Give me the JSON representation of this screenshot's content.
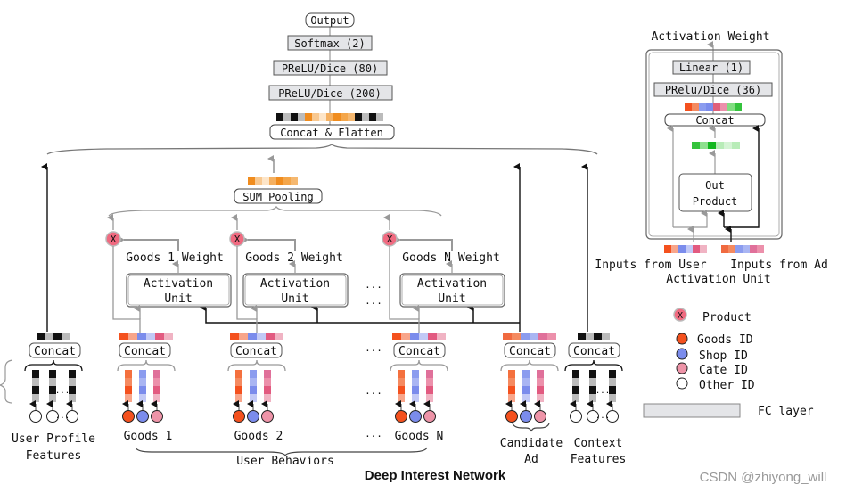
{
  "title": "Deep Interest Network",
  "watermark": "CSDN @zhiyong_will",
  "top_stack": {
    "output": "Output",
    "softmax": "Softmax (2)",
    "prelu80": "PReLU/Dice (80)",
    "prelu200": "PReLU/Dice (200)",
    "concat_flatten": "Concat & Flatten"
  },
  "sum_pooling": "SUM Pooling",
  "weights": [
    "Goods 1 Weight",
    "Goods 2 Weight",
    "Goods N Weight"
  ],
  "activation_unit": {
    "line1": "Activation",
    "line2": "Unit"
  },
  "product_symbol": "X",
  "concat": "Concat",
  "ellipsis": "...",
  "groups": {
    "user_profile": {
      "line1": "User Profile",
      "line2": "Features"
    },
    "goods": [
      "Goods 1",
      "Goods 2",
      "Goods N"
    ],
    "user_behaviors": "User Behaviors",
    "candidate_ad": {
      "line1": "Candidate",
      "line2": "Ad"
    },
    "context": {
      "line1": "Context",
      "line2": "Features"
    }
  },
  "activation_detail": {
    "title": "Activation Weight",
    "linear": "Linear (1)",
    "prelu36": "PRelu/Dice (36)",
    "concat": "Concat",
    "out_product": {
      "line1": "Out",
      "line2": "Product"
    },
    "inputs_user": "Inputs from User",
    "inputs_ad": "Inputs from Ad",
    "caption": "Activation Unit"
  },
  "legend": {
    "product": "Product",
    "goods_id": "Goods ID",
    "shop_id": "Shop ID",
    "cate_id": "Cate ID",
    "other_id": "Other ID",
    "fc_layer": "FC layer"
  },
  "colors": {
    "goods": "#f4511e",
    "shop": "#7b8cec",
    "cate": "#ee94a8",
    "product": "#f06a80",
    "fc": "#e4e5e8",
    "orange": "#f08c1e",
    "green": "#34c33c"
  }
}
